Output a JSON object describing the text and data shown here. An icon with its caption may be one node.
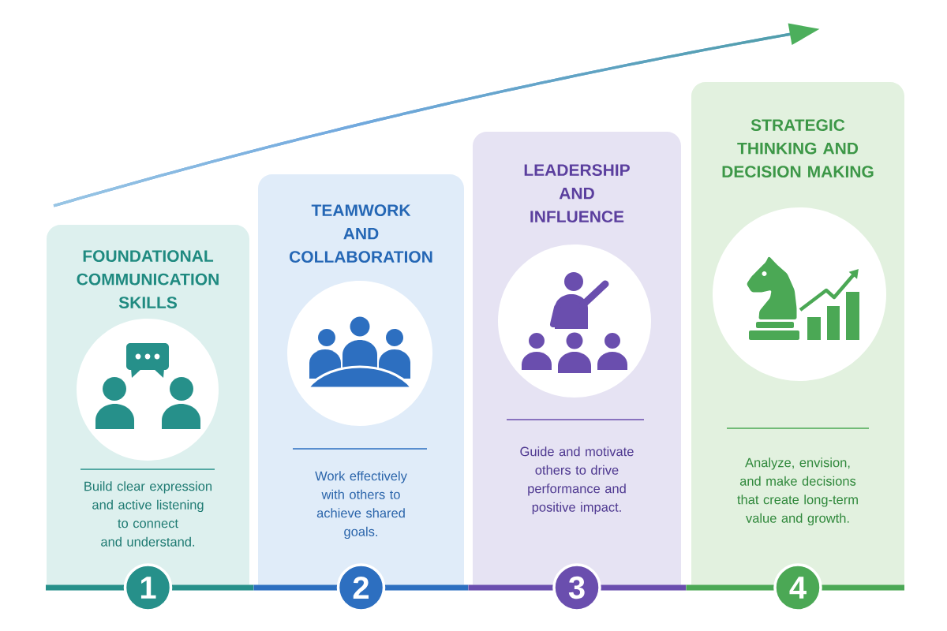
{
  "diagram": {
    "nodes": [
      {
        "text": [
          "FOUNDATIONAL COMMUNICATION SKILLS",
          "Build clear expression and active listening to connect and understand."
        ]
      },
      {
        "text": [
          "1"
        ]
      },
      {
        "text": [
          "TEAMWORK AND COLLABORATION",
          "Work effectively with others to achieve shared goals."
        ]
      },
      {
        "text": [
          "2"
        ]
      },
      {
        "text": [
          "LEADERSHIP AND INFLUENCE",
          "Guide and motivate others to drive performance and positive impact."
        ]
      },
      {
        "text": [
          "3"
        ]
      },
      {
        "text": [
          "STRATEGIC THINKING AND DECISION MAKING",
          "Analyze, envision, and make decisions that create long-term value and growth."
        ]
      },
      {
        "text": [
          "4"
        ]
      }
    ]
  }
}
